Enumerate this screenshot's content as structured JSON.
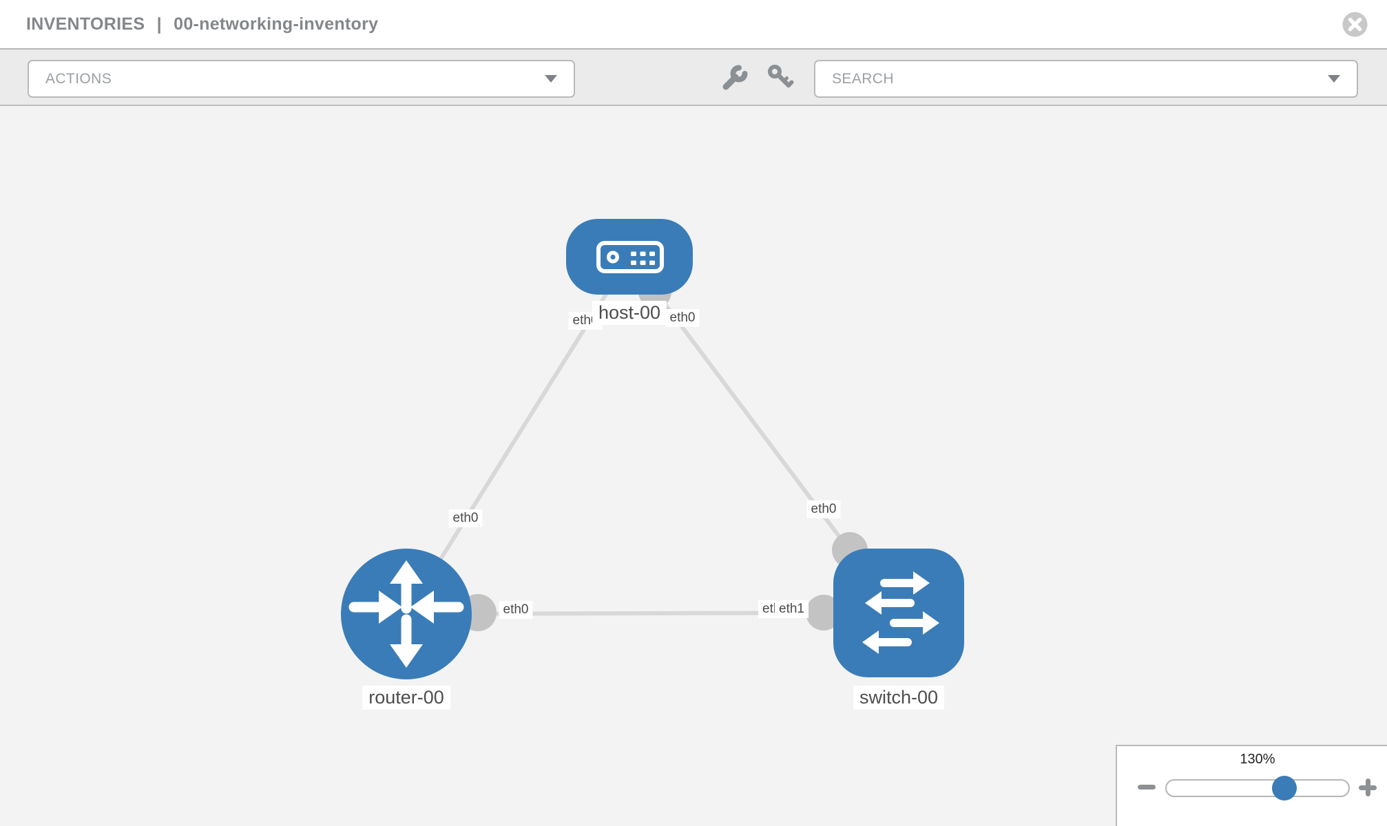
{
  "header": {
    "breadcrumb_root": "INVENTORIES",
    "separator": "|",
    "inventory_name": "00-networking-inventory",
    "close_icon": "close-icon"
  },
  "toolbar": {
    "actions_dropdown": {
      "label": "ACTIONS",
      "caret_icon": "chevron-down-icon"
    },
    "search_dropdown": {
      "label": "SEARCH",
      "caret_icon": "chevron-down-icon"
    },
    "tool_icons": [
      "wrench-icon",
      "key-icon"
    ]
  },
  "topology": {
    "nodes": [
      {
        "label": "host-00",
        "type": "host",
        "icon": "host-device-icon"
      },
      {
        "label": "router-00",
        "type": "router",
        "icon": "router-arrows-icon"
      },
      {
        "label": "switch-00",
        "type": "switch",
        "icon": "switch-arrows-icon"
      }
    ],
    "links": [
      {
        "from": "host-00",
        "to": "router-00",
        "from_interface": "eth0",
        "to_interface": "eth0"
      },
      {
        "from": "host-00",
        "to": "switch-00",
        "from_interface": "eth0",
        "to_interface": "eth0"
      },
      {
        "from": "router-00",
        "to": "switch-00",
        "from_interface": "eth0",
        "to_interface": "eth1"
      }
    ],
    "overlapped_interface_label": "eth0"
  },
  "zoom_panel": {
    "level": "130%",
    "zoom_out_icon": "minus-icon",
    "zoom_in_icon": "plus-icon"
  },
  "colors": {
    "node_blue": "#3a7cb7",
    "port_gray": "#c3c3c3",
    "link_gray": "#d8d8d8",
    "canvas_bg": "#f3f3f3",
    "toolbar_bg": "#ebebeb"
  }
}
